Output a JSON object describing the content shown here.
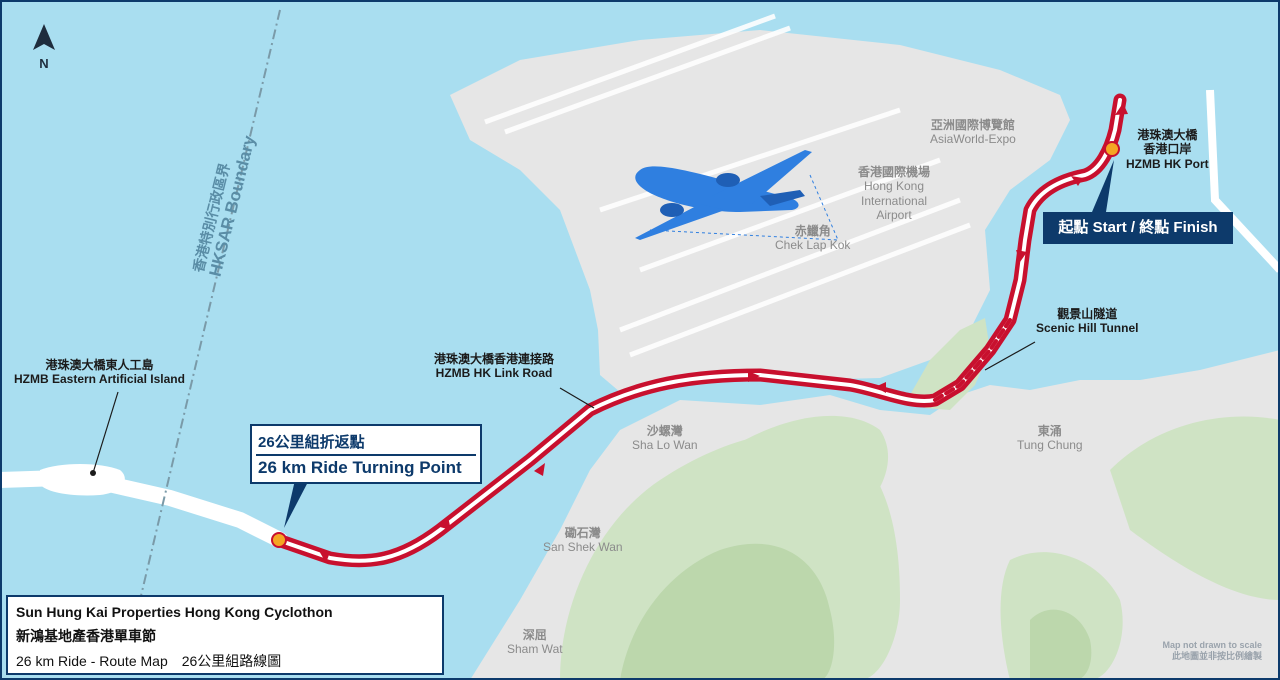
{
  "compass": {
    "label": "N"
  },
  "boundary": {
    "zh": "香港特別行政區界",
    "en": "HKSAR Boundary"
  },
  "places": {
    "asiaworld": {
      "zh": "亞洲國際博覽館",
      "en": "AsiaWorld-Expo"
    },
    "airport": {
      "zh": "香港國際機場",
      "en1": "Hong Kong",
      "en2": "International",
      "en3": "Airport"
    },
    "chek_lap_kok": {
      "zh": "赤鱲角",
      "en": "Chek Lap Kok"
    },
    "sha_lo_wan": {
      "zh": "沙螺灣",
      "en": "Sha Lo Wan"
    },
    "tung_chung": {
      "zh": "東涌",
      "en": "Tung Chung"
    },
    "san_shek_wan": {
      "zh": "磡石灣",
      "en": "San Shek Wan"
    },
    "sham_wat": {
      "zh": "深屈",
      "en": "Sham Wat"
    }
  },
  "route_labels": {
    "hk_port": {
      "zh1": "港珠澳大橋",
      "zh2": "香港口岸",
      "en": "HZMB HK Port"
    },
    "scenic_hill": {
      "zh": "觀景山隧道",
      "en": "Scenic Hill Tunnel"
    },
    "link_road": {
      "zh": "港珠澳大橋香港連接路",
      "en": "HZMB HK Link Road"
    },
    "eastern_island": {
      "zh": "港珠澳大橋東人工島",
      "en": "HZMB Eastern Artificial Island"
    }
  },
  "start_finish": "起點 Start / 終點 Finish",
  "turning_point": {
    "zh": "26公里組折返點",
    "en": "26 km Ride Turning Point"
  },
  "title": {
    "en": "Sun Hung Kai Properties Hong Kong Cyclothon",
    "zh": "新鴻基地產香港單車節",
    "sub_en": "26 km Ride - Route Map",
    "sub_zh": "26公里組路線圖"
  },
  "note": {
    "en": "Map not drawn to scale",
    "zh": "此地圖並非按比例繪製"
  },
  "colors": {
    "sea": "#a9def0",
    "land": "#e6e6e6",
    "hill": "#cfe3c4",
    "route": "#c8102e",
    "navy": "#0d3a6b",
    "plane": "#2f7fe0"
  }
}
